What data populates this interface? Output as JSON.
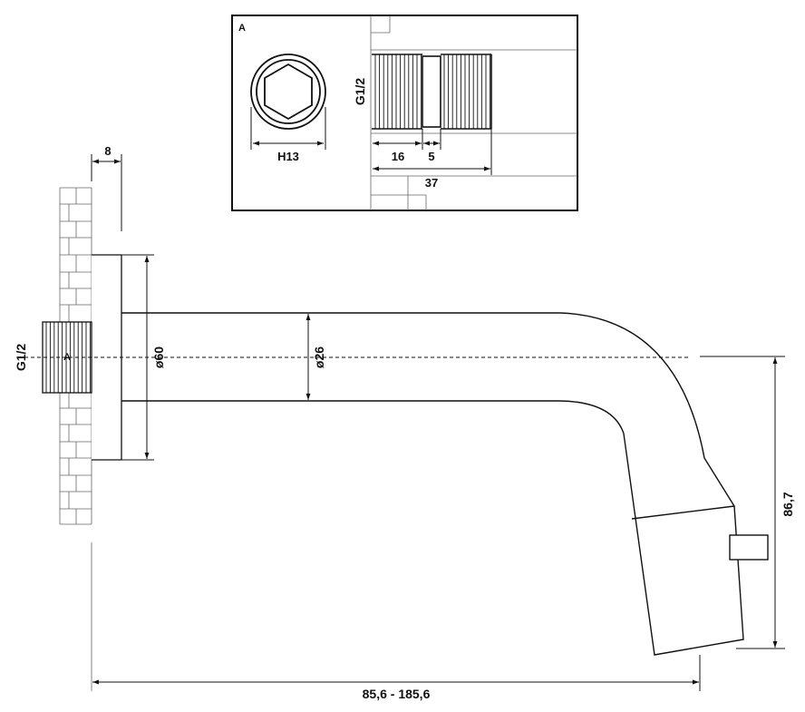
{
  "labels": {
    "detail_letter": "A",
    "detail_marker": "A",
    "thread_size_detail": "G1/2",
    "thread_size_main": "G1/2",
    "wrench_size": "H13",
    "dim_16": "16",
    "dim_5": "5",
    "dim_37": "37",
    "dim_8": "8",
    "flange_diameter": "ø60",
    "pipe_diameter": "ø26",
    "height": "86,7",
    "length_range": "85,6 - 185,6"
  },
  "colors": {
    "line": "#111111",
    "wall_line": "#666666",
    "background": "#ffffff"
  }
}
